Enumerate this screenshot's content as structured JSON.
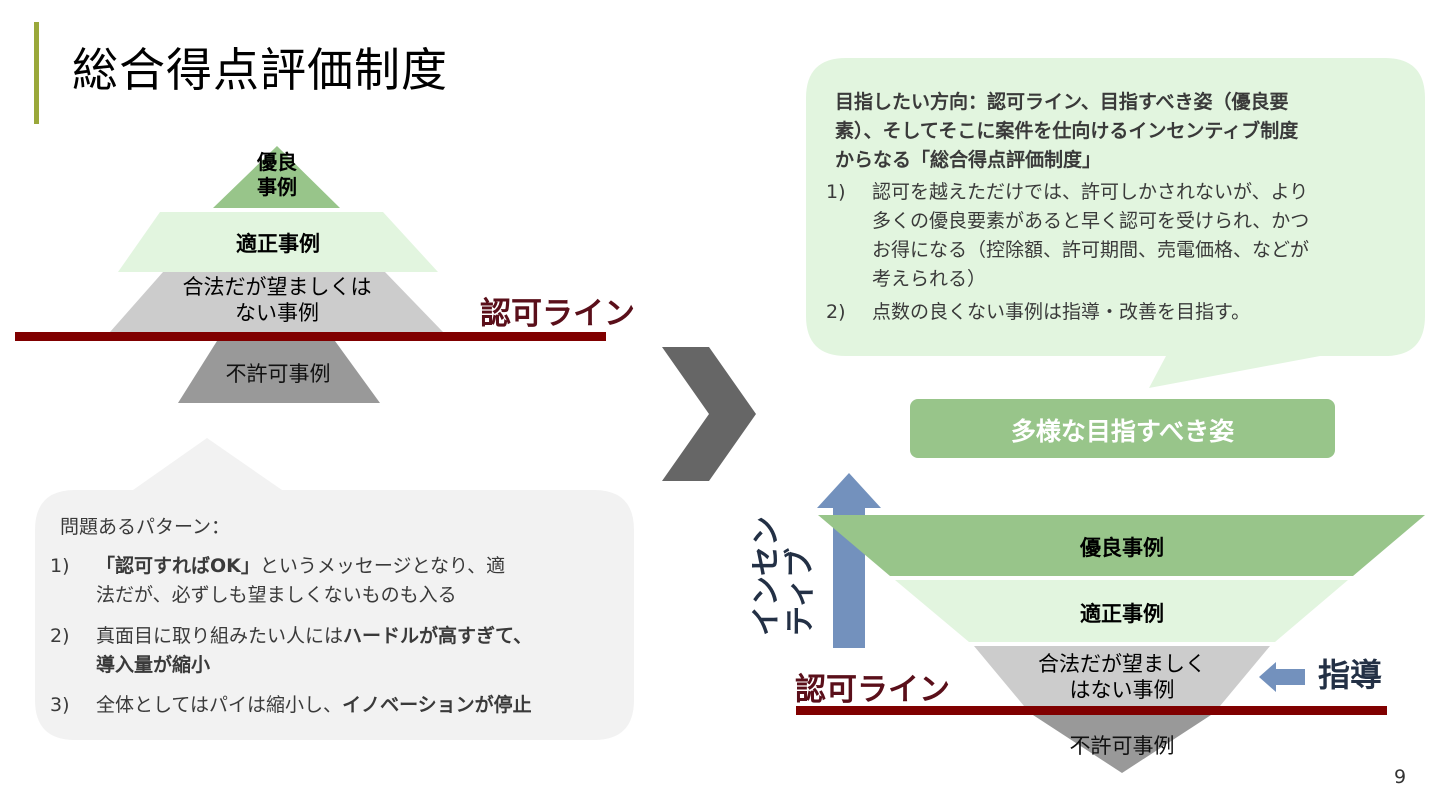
{
  "slide": {
    "title": "総合得点評価制度",
    "page_number": "9",
    "accent_color": "#9aa83a"
  },
  "left_pyramid": {
    "levels": [
      {
        "label_line1": "優良",
        "label_line2": "事例",
        "color": "#98c58a"
      },
      {
        "label": "適正事例",
        "color": "#e2f5df"
      },
      {
        "label_line1": "合法だが望ましくは",
        "label_line2": "ない事例",
        "color": "#cccccc"
      },
      {
        "label": "不許可事例",
        "color": "#999999"
      }
    ],
    "approval_line_label": "認可ライン",
    "approval_line_color": "#800000"
  },
  "problem_bubble": {
    "heading": "問題あるパターン：",
    "items": [
      {
        "num": "1)",
        "bold": "「認可すればOK」",
        "text": "というメッセージとなり、適",
        "text2": "法だが、必ずしも望ましくないものも入る"
      },
      {
        "num": "2)",
        "text": "真面目に取り組みたい人には",
        "bold": "ハードルが高すぎて、",
        "bold2": "導入量が縮小"
      },
      {
        "num": "3)",
        "text": "全体としてはパイは縮小し、",
        "bold": "イノベーションが停止"
      }
    ],
    "color": "#f2f2f2"
  },
  "transition_icon": "chevron-right-icon",
  "goal_bubble": {
    "heading_lines": [
      "目指したい方向：認可ライン、目指すべき姿（優良要",
      "素）、そしてそこに案件を仕向けるインセンティブ制度",
      "からなる「総合得点評価制度」"
    ],
    "items": [
      {
        "num": "1)",
        "lines": [
          "認可を越えただけでは、許可しかされないが、より",
          "多くの優良要素があると早く認可を受けられ、かつ",
          "お得になる（控除額、許可期間、売電価格、などが",
          "考えられる）"
        ]
      },
      {
        "num": "2)",
        "lines": [
          "点数の良くない事例は指導・改善を目指す。"
        ]
      }
    ],
    "color": "#e2f5df"
  },
  "target_box": {
    "label": "多様な目指すべき姿",
    "color": "#98c58a"
  },
  "right_pyramid": {
    "levels": [
      {
        "label": "優良事例",
        "color": "#98c58a"
      },
      {
        "label": "適正事例",
        "color": "#e2f5df"
      },
      {
        "label_line1": "合法だが望ましく",
        "label_line2": "はない事例",
        "color": "#cccccc"
      },
      {
        "label": "不許可事例",
        "color": "#999999"
      }
    ],
    "approval_line_label": "認可ライン",
    "incentive_label_line1": "インセン",
    "incentive_label_line2": "ティブ",
    "guidance_label": "指導",
    "arrow_color": "#7391bd"
  }
}
